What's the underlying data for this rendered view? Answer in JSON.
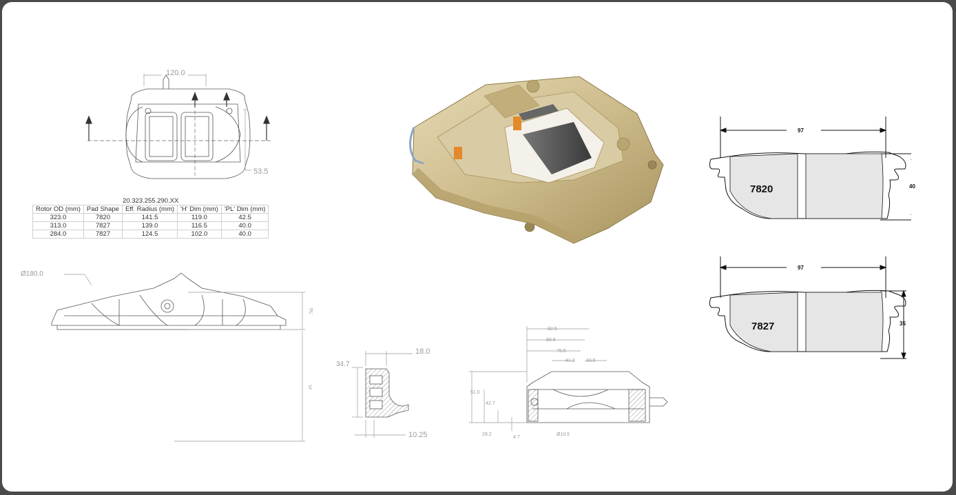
{
  "part_number": "20.323.255.290.XX",
  "spec_table": {
    "headers": [
      "Rotor OD (mm)",
      "Pad Shape",
      "Eff. Radius (mm)",
      "'H' Dim (mm)",
      "'PL' Dim (mm)"
    ],
    "rows": [
      [
        "323.0",
        "7820",
        "141.5",
        "119.0",
        "42.5"
      ],
      [
        "313.0",
        "7827",
        "139.0",
        "116.5",
        "40.0"
      ],
      [
        "284.0",
        "7827",
        "124.5",
        "102.0",
        "40.0"
      ]
    ]
  },
  "top_view": {
    "width_dim": "120.0",
    "offset_dim": "53.5"
  },
  "side_view": {
    "diameter": "Ø180.0",
    "pl_label": "'PL'",
    "h_label": "'H'"
  },
  "section_view": {
    "height_dim": "34.7",
    "top_dim": "18.0",
    "bottom_dim": "10.25"
  },
  "end_view": {
    "dims": [
      "82.5",
      "80.5",
      "75.5",
      "41.2",
      "33.5",
      "51.0",
      "42.7",
      "29.2",
      "4.7",
      "Ø10.5"
    ]
  },
  "pads": [
    {
      "shape": "7820",
      "width": "97",
      "height": "40"
    },
    {
      "shape": "7827",
      "width": "97",
      "height": "35"
    }
  ],
  "colors": {
    "caliper_gold": "#cdbb8b",
    "pad_fill": "#e6e6e6",
    "frame": "#4a4a4a"
  }
}
